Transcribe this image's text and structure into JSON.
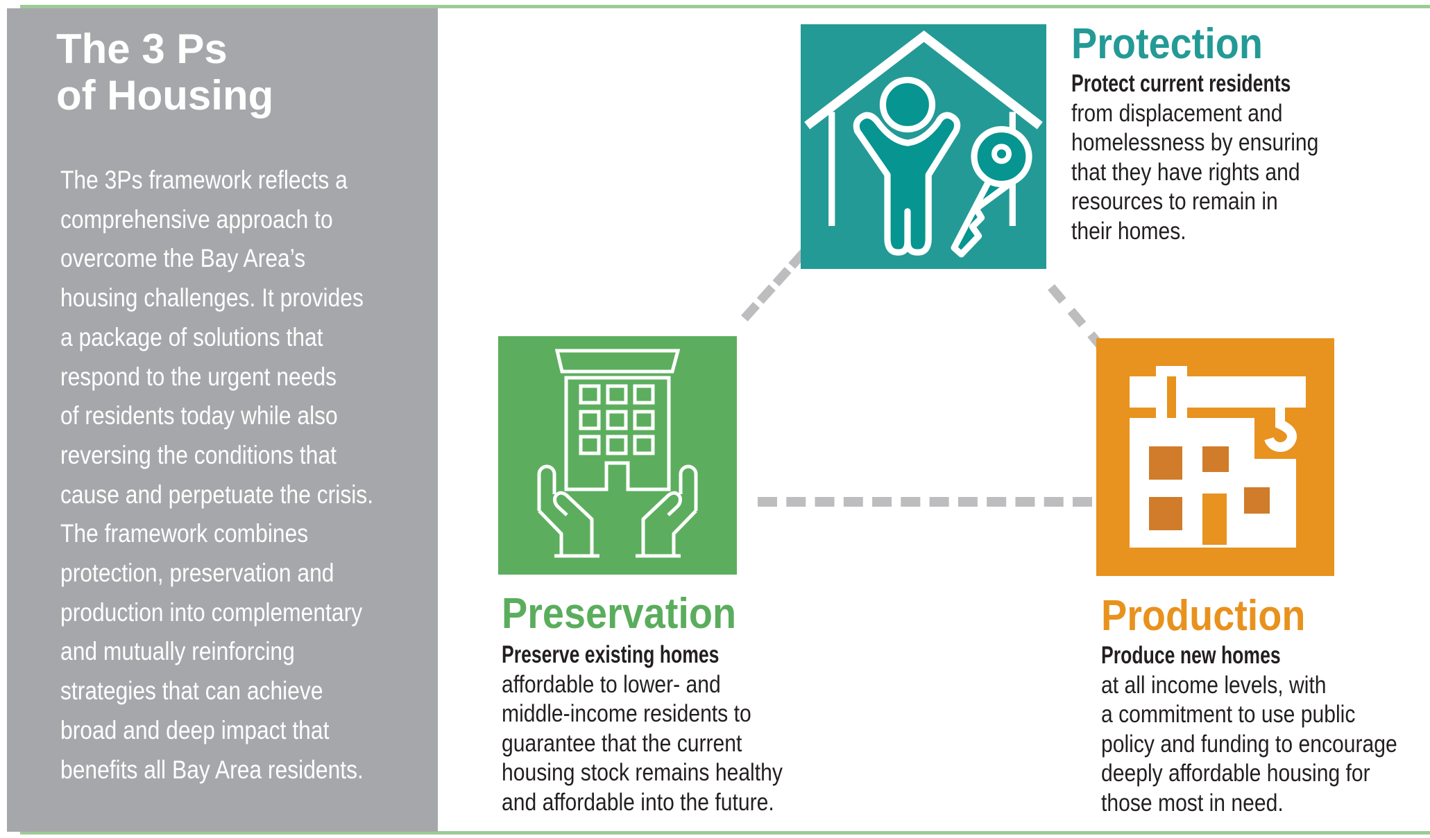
{
  "colors": {
    "protection": "#239a96",
    "preservation": "#5cae5e",
    "production": "#e8921f",
    "panel": "#a6a7aa",
    "rule": "#9ccb96"
  },
  "sidebar": {
    "title_lines": [
      "The 3 Ps",
      "of Housing"
    ],
    "body_lines": [
      "The 3Ps framework reflects a",
      "comprehensive approach to",
      "overcome the Bay Area’s",
      "housing challenges. It provides",
      "a package of solutions that",
      "respond to the urgent needs",
      "of residents today while also",
      "reversing the conditions that",
      "cause and perpetuate the crisis.",
      "The framework combines",
      "protection, preservation and",
      "production into complementary",
      "and mutually reinforcing",
      "strategies that can achieve",
      "broad and deep impact that",
      "benefits all Bay Area residents."
    ]
  },
  "protection": {
    "title": "Protection",
    "lead": "Protect current residents",
    "lines": [
      "from displacement and",
      "homelessness by ensuring",
      "that they have rights and",
      "resources to remain in",
      "their homes."
    ],
    "icon": "house-person-key-icon"
  },
  "preservation": {
    "title": "Preservation",
    "lead": "Preserve existing homes",
    "lines": [
      "affordable to lower- and",
      "middle-income residents to",
      "guarantee that the current",
      "housing stock remains healthy",
      "and affordable into the future."
    ],
    "icon": "hands-building-icon"
  },
  "production": {
    "title": "Production",
    "lead": "Produce new homes",
    "lines": [
      "at all income levels, with",
      "a commitment to use public",
      "policy and funding to encourage",
      "deeply affordable housing for",
      "those most in need."
    ],
    "icon": "crane-building-icon"
  }
}
